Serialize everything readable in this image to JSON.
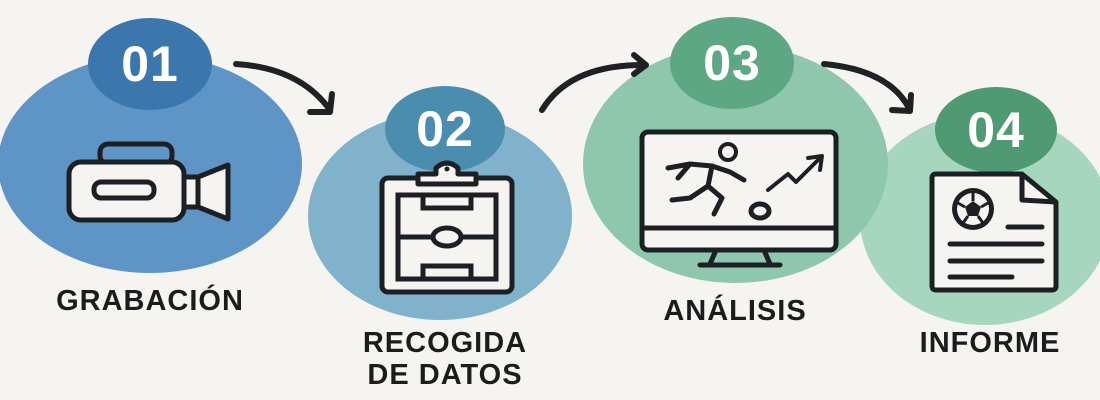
{
  "diagram": {
    "type": "process-flow",
    "direction": "left-to-right",
    "steps": [
      {
        "number": "01",
        "label": "GRABACIÓN",
        "icon": "video-camera-icon",
        "color": "#5f95c6",
        "badge_color": "#3b76ad"
      },
      {
        "number": "02",
        "label_line1": "RECOGIDA",
        "label_line2": "DE DATOS",
        "icon": "clipboard-football-pitch-icon",
        "color": "#80b2cc",
        "badge_color": "#4b8daf"
      },
      {
        "number": "03",
        "label": "ANÁLISIS",
        "icon": "monitor-player-chart-icon",
        "color": "#8fc7ad",
        "badge_color": "#5ea784"
      },
      {
        "number": "04",
        "label": "INFORME",
        "icon": "report-document-ball-icon",
        "color": "#a7d6be",
        "badge_color": "#4f9a73"
      }
    ],
    "connectors": [
      {
        "from": "01",
        "to": "02",
        "icon": "curved-arrow-icon"
      },
      {
        "from": "02",
        "to": "03",
        "icon": "curved-arrow-icon"
      },
      {
        "from": "03",
        "to": "04",
        "icon": "curved-arrow-icon"
      }
    ]
  }
}
